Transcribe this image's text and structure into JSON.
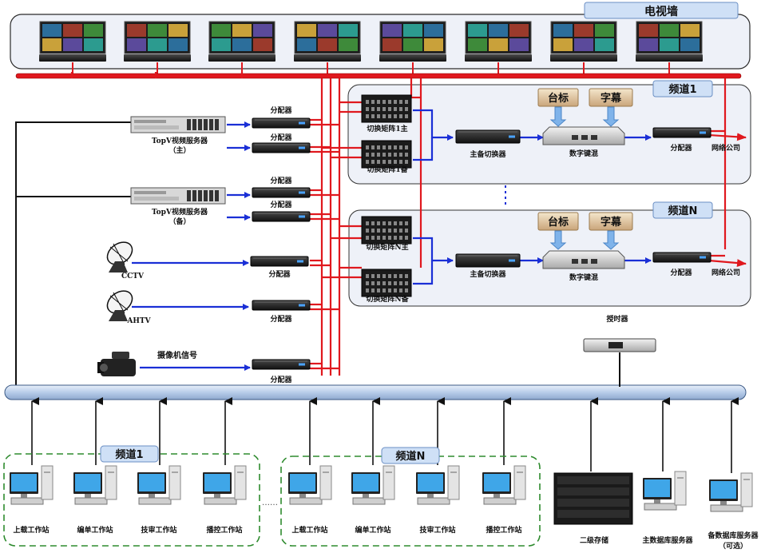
{
  "tv_wall": {
    "title": "电视墙",
    "monitor_count": 8
  },
  "channel_box_1": {
    "title": "频道1"
  },
  "channel_box_n": {
    "title": "频道N"
  },
  "servers": {
    "main": {
      "line1": "TopV视频服务器",
      "line2": "（主）"
    },
    "backup": {
      "line1": "TopV视频服务器",
      "line2": "（备）"
    }
  },
  "sources": {
    "cctv": "CCTV",
    "ahtv": "AHTV",
    "camera": "摄像机信号"
  },
  "distributor_label": "分配器",
  "channel1_devices": {
    "matrix_main": "切换矩阵1主",
    "matrix_backup": "切换矩阵1备",
    "switcher": "主备切换器",
    "keyer": "数字键混",
    "logo": "台标",
    "subtitle": "字幕",
    "distributor": "分配器",
    "output": "网络公司"
  },
  "channeln_devices": {
    "matrix_main": "切换矩阵N主",
    "matrix_backup": "切换矩阵N备",
    "switcher": "主备切换器",
    "keyer": "数字键混",
    "logo": "台标",
    "subtitle": "字幕",
    "distributor": "分配器",
    "output": "网络公司"
  },
  "timer": "授时器",
  "workgroup_1": {
    "title": "频道1",
    "stations": [
      "上载工作站",
      "编单工作站",
      "技审工作站",
      "播控工作站"
    ]
  },
  "workgroup_n": {
    "title": "频道N",
    "stations": [
      "上载工作站",
      "编单工作站",
      "技审工作站",
      "播控工作站"
    ]
  },
  "storage": "二级存储",
  "main_db": "主数据库服务器",
  "backup_db": {
    "line1": "备数据库服务器",
    "line2": "（可选）"
  },
  "ellipsis": "……",
  "colors": {
    "red": "#e0181e",
    "blue": "#1a2fd6",
    "panel": "#eef1f8",
    "bus": "#c9daf0",
    "title_tab": "#cfe0f6"
  }
}
